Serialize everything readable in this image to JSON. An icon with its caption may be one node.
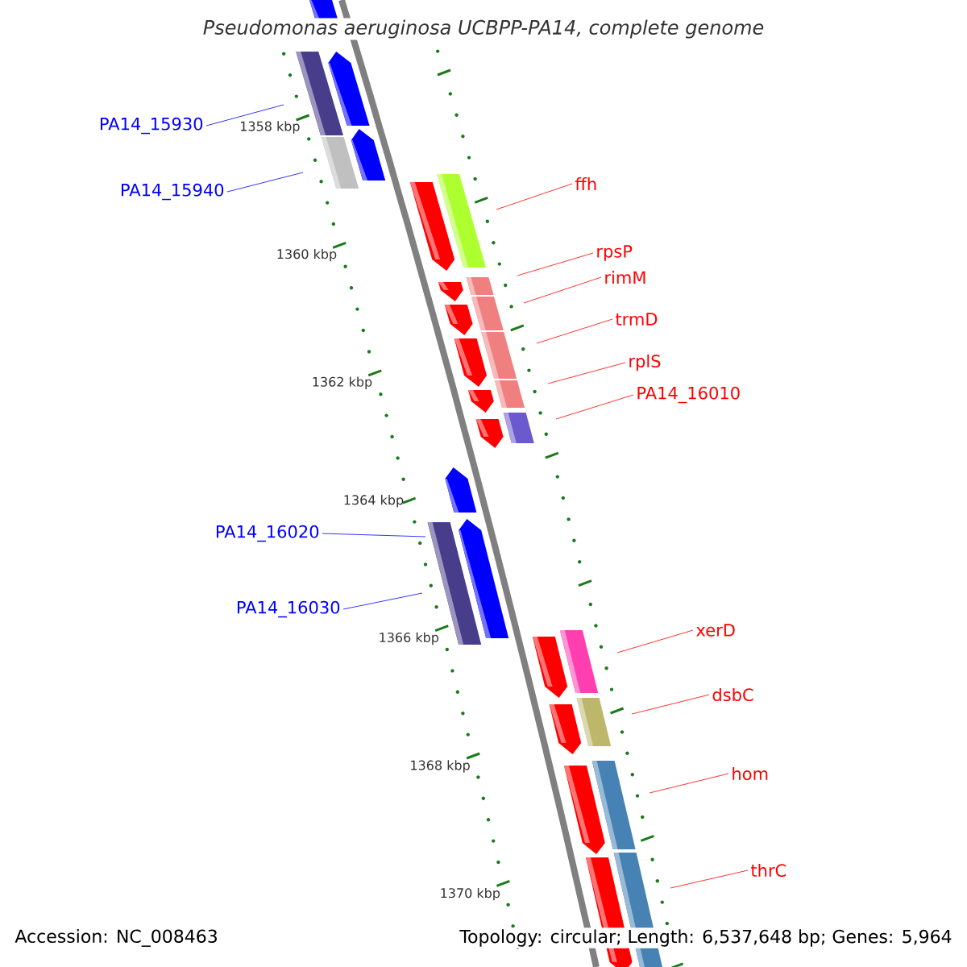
{
  "diagram": {
    "title": "Pseudomonas aeruginosa UCBPP-PA14, complete genome",
    "nodes": [
      {
        "text": [
          "PA14_15930"
        ]
      },
      {
        "text": [
          "PA14_15940"
        ]
      },
      {
        "text": [
          "ffh"
        ]
      },
      {
        "text": [
          "rpsP"
        ]
      },
      {
        "text": [
          "rimM"
        ]
      },
      {
        "text": [
          "trmD"
        ]
      },
      {
        "text": [
          "rplS"
        ]
      },
      {
        "text": [
          "PA14_16010"
        ]
      },
      {
        "text": [
          "PA14_16020"
        ]
      },
      {
        "text": [
          "PA14_16030"
        ]
      },
      {
        "text": [
          "xerD"
        ]
      },
      {
        "text": [
          "dsbC"
        ]
      },
      {
        "text": [
          "hom"
        ]
      },
      {
        "text": [
          "thrC"
        ]
      }
    ],
    "edges": [
      {
        "from": 0,
        "to": null,
        "arrow": "none",
        "color": "#0000ff"
      },
      {
        "from": 1,
        "to": null,
        "arrow": "none",
        "color": "#0000ff"
      },
      {
        "from": 2,
        "to": null,
        "arrow": "none"
      },
      {
        "from": 3,
        "to": null,
        "arrow": "none"
      },
      {
        "from": 4,
        "to": null,
        "arrow": "none"
      },
      {
        "from": 5,
        "to": null,
        "arrow": "none"
      },
      {
        "from": 6,
        "to": null,
        "arrow": "none"
      },
      {
        "from": 7,
        "to": null,
        "arrow": "none"
      },
      {
        "from": 8,
        "to": null,
        "arrow": "none",
        "color": "#0000ff"
      },
      {
        "from": 9,
        "to": null,
        "arrow": "none",
        "color": "#0000ff"
      },
      {
        "from": 10,
        "to": null,
        "arrow": "none"
      },
      {
        "from": 11,
        "to": null,
        "arrow": "none"
      },
      {
        "from": 12,
        "to": null,
        "arrow": "none"
      },
      {
        "from": 13,
        "to": null,
        "arrow": "none"
      }
    ],
    "labels": [
      "1358 kbp",
      "1360 kbp",
      "1362 kbp",
      "1364 kbp",
      "1366 kbp",
      "1368 kbp",
      "1370 kbp",
      "Accession: NC_008463",
      "Topology: circular; Length: 6,537,648 bp; Genes: 5,964"
    ]
  }
}
